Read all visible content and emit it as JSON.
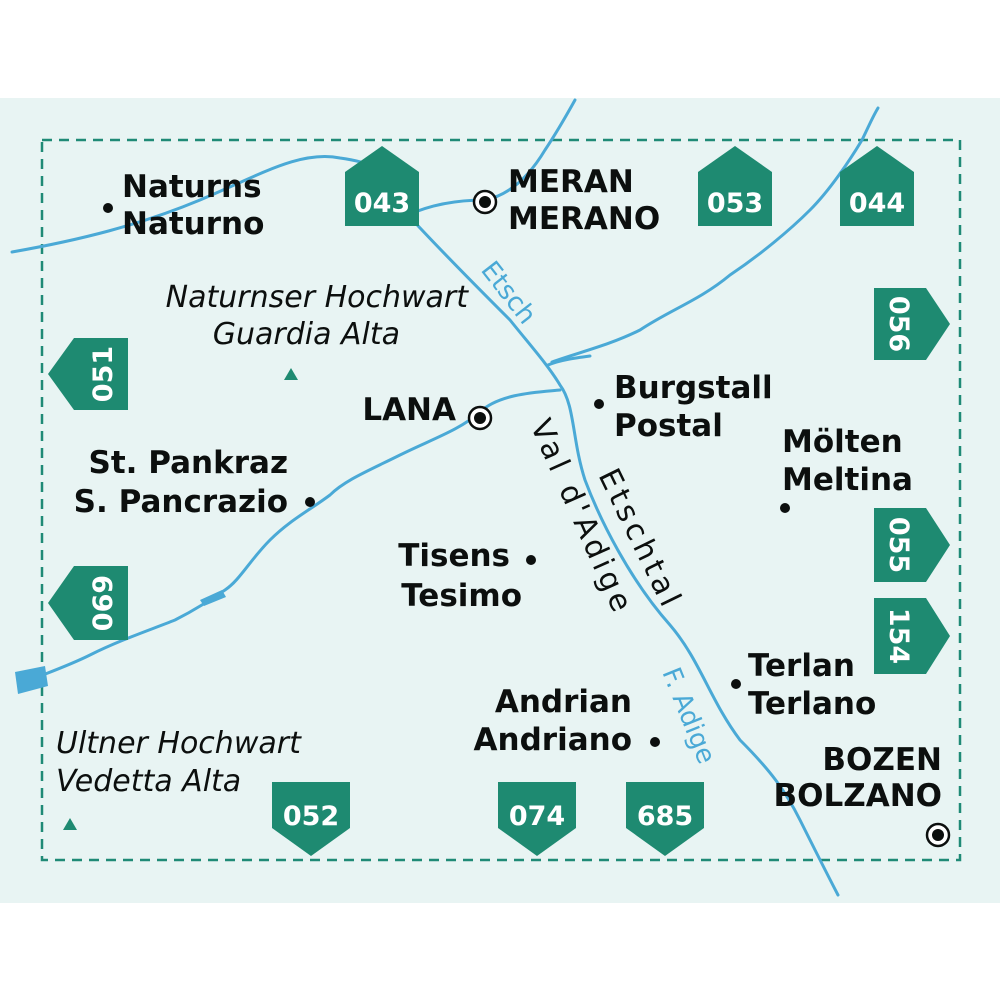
{
  "colors": {
    "page_background": "#ffffff",
    "map_background": "#e8f4f3",
    "frame_dashed": "#1f8a76",
    "badge": "#1e8a71",
    "river": "#4aa9d6",
    "text": "#0c0f0e"
  },
  "towns": {
    "naturns": {
      "name_de": "Naturns",
      "name_it": "Naturno"
    },
    "meran": {
      "name_de": "MERAN",
      "name_it": "MERANO"
    },
    "lana": {
      "name": "LANA"
    },
    "burgstall": {
      "name_de": "Burgstall",
      "name_it": "Postal"
    },
    "moelten": {
      "name_de": "Mölten",
      "name_it": "Meltina"
    },
    "st_pankraz": {
      "name_de": "St. Pankraz",
      "name_it": "S. Pancrazio"
    },
    "tisens": {
      "name_de": "Tisens",
      "name_it": "Tesimo"
    },
    "terlan": {
      "name_de": "Terlan",
      "name_it": "Terlano"
    },
    "andrian": {
      "name_de": "Andrian",
      "name_it": "Andriano"
    },
    "bozen": {
      "name_de": "BOZEN",
      "name_it": "BOLZANO"
    }
  },
  "peaks": {
    "naturnser": {
      "name_de": "Naturnser Hochwart",
      "name_it": "Guardia Alta"
    },
    "ultner": {
      "name_de": "Ultner Hochwart",
      "name_it": "Vedetta Alta"
    }
  },
  "river_labels": {
    "etsch": "Etsch",
    "f_adige": "F. Adige"
  },
  "valley_labels": {
    "val_d_adige": "Val d'Adige",
    "etschtal": "Etschtal"
  },
  "adjacent_maps": {
    "top": [
      "043",
      "053",
      "044"
    ],
    "left": [
      "051",
      "069"
    ],
    "right": [
      "056",
      "055",
      "154"
    ],
    "bottom": [
      "052",
      "074",
      "685"
    ]
  }
}
